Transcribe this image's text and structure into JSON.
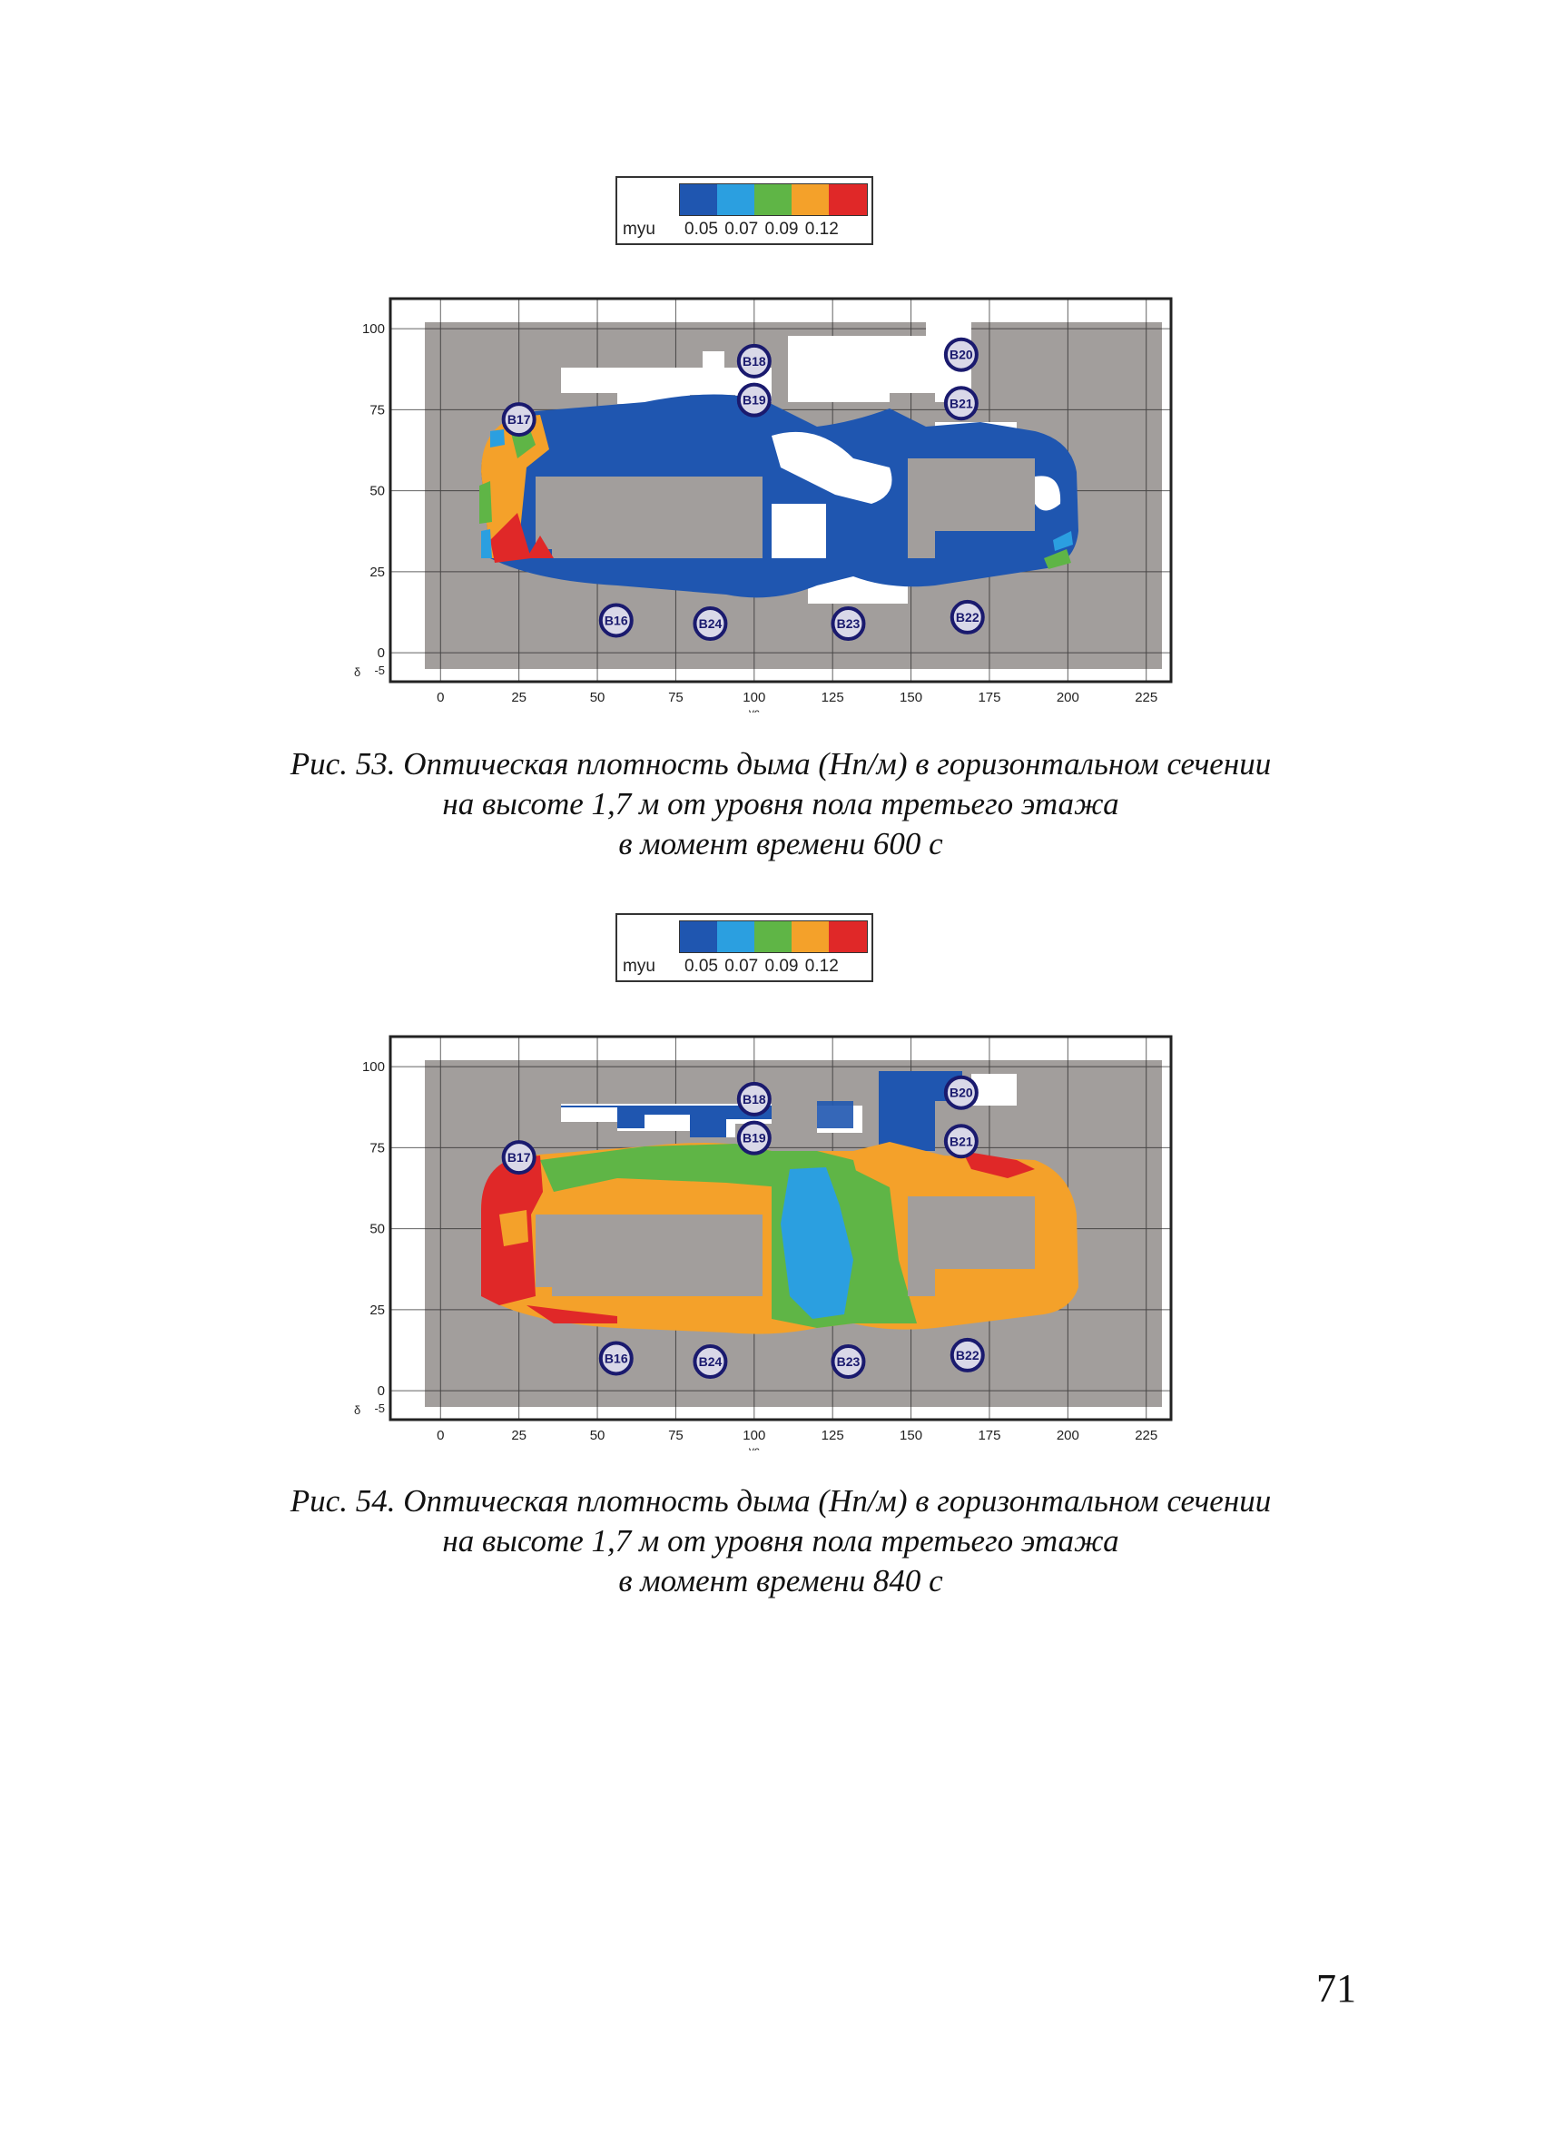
{
  "legend": {
    "unit": "myu",
    "ticks": "0.05 0.07 0.09 0.12",
    "colors": [
      "#1f56b0",
      "#2b9fe0",
      "#5fb546",
      "#f4a12a",
      "#e02828"
    ]
  },
  "figures": [
    {
      "caption": [
        "Рис. 53. Оптическая плотность дыма (Нп/м) в горизонтальном сечении",
        "на высоте 1,7 м от уровня пола третьего этажа",
        "в момент времени 600 с"
      ]
    },
    {
      "caption": [
        "Рис. 54. Оптическая плотность дыма (Нп/м) в горизонтальном сечении",
        "на высоте 1,7 м от уровня пола третьего этажа",
        "в момент времени 840 с"
      ]
    }
  ],
  "chart_data": [
    {
      "type": "heatmap",
      "x_ticks": [
        "0",
        "25",
        "50",
        "75",
        "100",
        "125",
        "150",
        "175",
        "200",
        "225"
      ],
      "y_ticks": [
        "100",
        "75",
        "50",
        "25",
        "0"
      ],
      "y_extra_tick": "-5",
      "xlabel": "ус",
      "ylabel_left": "δ",
      "xlim": [
        -5,
        230
      ],
      "ylim": [
        -5,
        102
      ],
      "markers": [
        {
          "label": "B17",
          "x": 25,
          "y": 72
        },
        {
          "label": "B18",
          "x": 100,
          "y": 90
        },
        {
          "label": "B19",
          "x": 100,
          "y": 78
        },
        {
          "label": "B20",
          "x": 166,
          "y": 92
        },
        {
          "label": "B21",
          "x": 166,
          "y": 77
        },
        {
          "label": "B16",
          "x": 56,
          "y": 10
        },
        {
          "label": "B24",
          "x": 86,
          "y": 9
        },
        {
          "label": "B23",
          "x": 130,
          "y": 9
        },
        {
          "label": "B22",
          "x": 168,
          "y": 11
        }
      ]
    },
    {
      "type": "heatmap",
      "x_ticks": [
        "0",
        "25",
        "50",
        "75",
        "100",
        "125",
        "150",
        "175",
        "200",
        "225"
      ],
      "y_ticks": [
        "100",
        "75",
        "50",
        "25",
        "0"
      ],
      "y_extra_tick": "-5",
      "xlabel": "ус",
      "ylabel_left": "δ",
      "xlim": [
        -5,
        230
      ],
      "ylim": [
        -5,
        102
      ],
      "markers": [
        {
          "label": "B17",
          "x": 25,
          "y": 72
        },
        {
          "label": "B18",
          "x": 100,
          "y": 90
        },
        {
          "label": "B19",
          "x": 100,
          "y": 78
        },
        {
          "label": "B20",
          "x": 166,
          "y": 92
        },
        {
          "label": "B21",
          "x": 166,
          "y": 77
        },
        {
          "label": "B16",
          "x": 56,
          "y": 10
        },
        {
          "label": "B24",
          "x": 86,
          "y": 9
        },
        {
          "label": "B23",
          "x": 130,
          "y": 9
        },
        {
          "label": "B22",
          "x": 168,
          "y": 11
        }
      ]
    }
  ],
  "page_number": "71"
}
